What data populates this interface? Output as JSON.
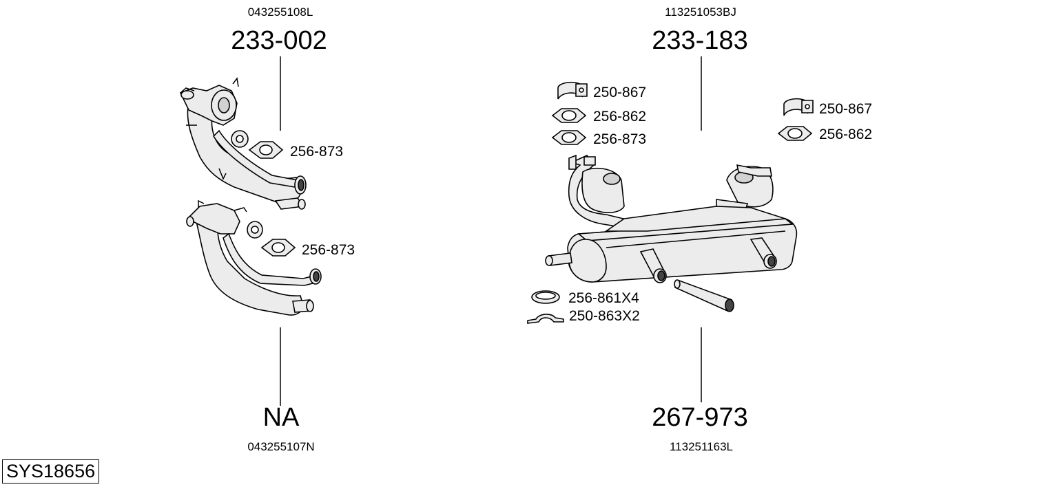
{
  "diagram": {
    "system_code": "SYS18656",
    "left": {
      "top_oem": "043255108L",
      "top_part": "233-002",
      "gasket_upper": "256-873",
      "gasket_lower": "256-873",
      "bottom_part": "NA",
      "bottom_oem": "043255107N"
    },
    "right": {
      "top_oem": "113251053BJ",
      "top_part": "233-183",
      "clamp_left": "250-867",
      "gasket_left_1": "256-862",
      "gasket_left_2": "256-873",
      "clamp_right": "250-867",
      "gasket_right": "256-862",
      "seal_ring": "256-861X4",
      "u_clamp": "250-863X2",
      "bottom_part": "267-973",
      "bottom_oem": "113251163L"
    }
  }
}
